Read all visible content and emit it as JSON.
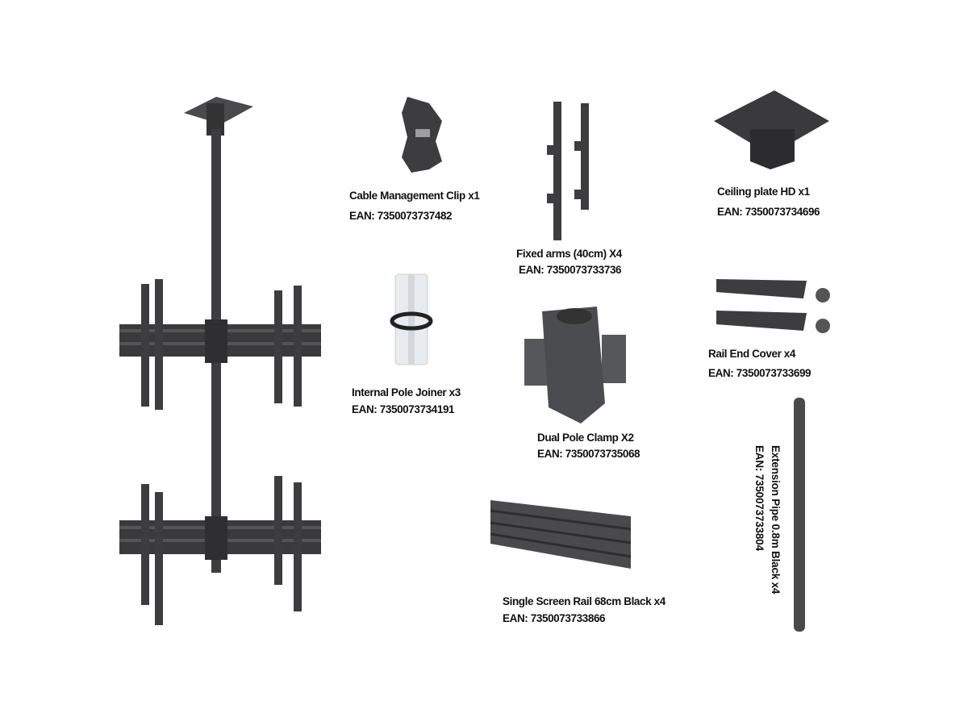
{
  "parts": [
    {
      "name": "Cable Management Clip x1",
      "ean": "EAN: 7350073737482"
    },
    {
      "name": "Fixed arms (40cm) X4",
      "ean": "EAN: 7350073733736"
    },
    {
      "name": "Ceiling plate HD x1",
      "ean": "EAN: 7350073734696"
    },
    {
      "name": "Internal Pole Joiner x3",
      "ean": "EAN: 7350073734191"
    },
    {
      "name": "Rail End Cover x4",
      "ean": "EAN: 7350073733699"
    },
    {
      "name": "Dual Pole Clamp X2",
      "ean": "EAN: 7350073735068"
    },
    {
      "name": "Single Screen Rail 68cm Black x4",
      "ean": "EAN: 7350073733866"
    },
    {
      "name": "Extension Pipe 0.8m Black x4",
      "ean": "EAN: 7350073733804"
    }
  ],
  "colors": {
    "metal": "#3d3d3f",
    "metal_light": "#5a5a5c",
    "joiner": "#e8ecef",
    "text": "#111111"
  }
}
